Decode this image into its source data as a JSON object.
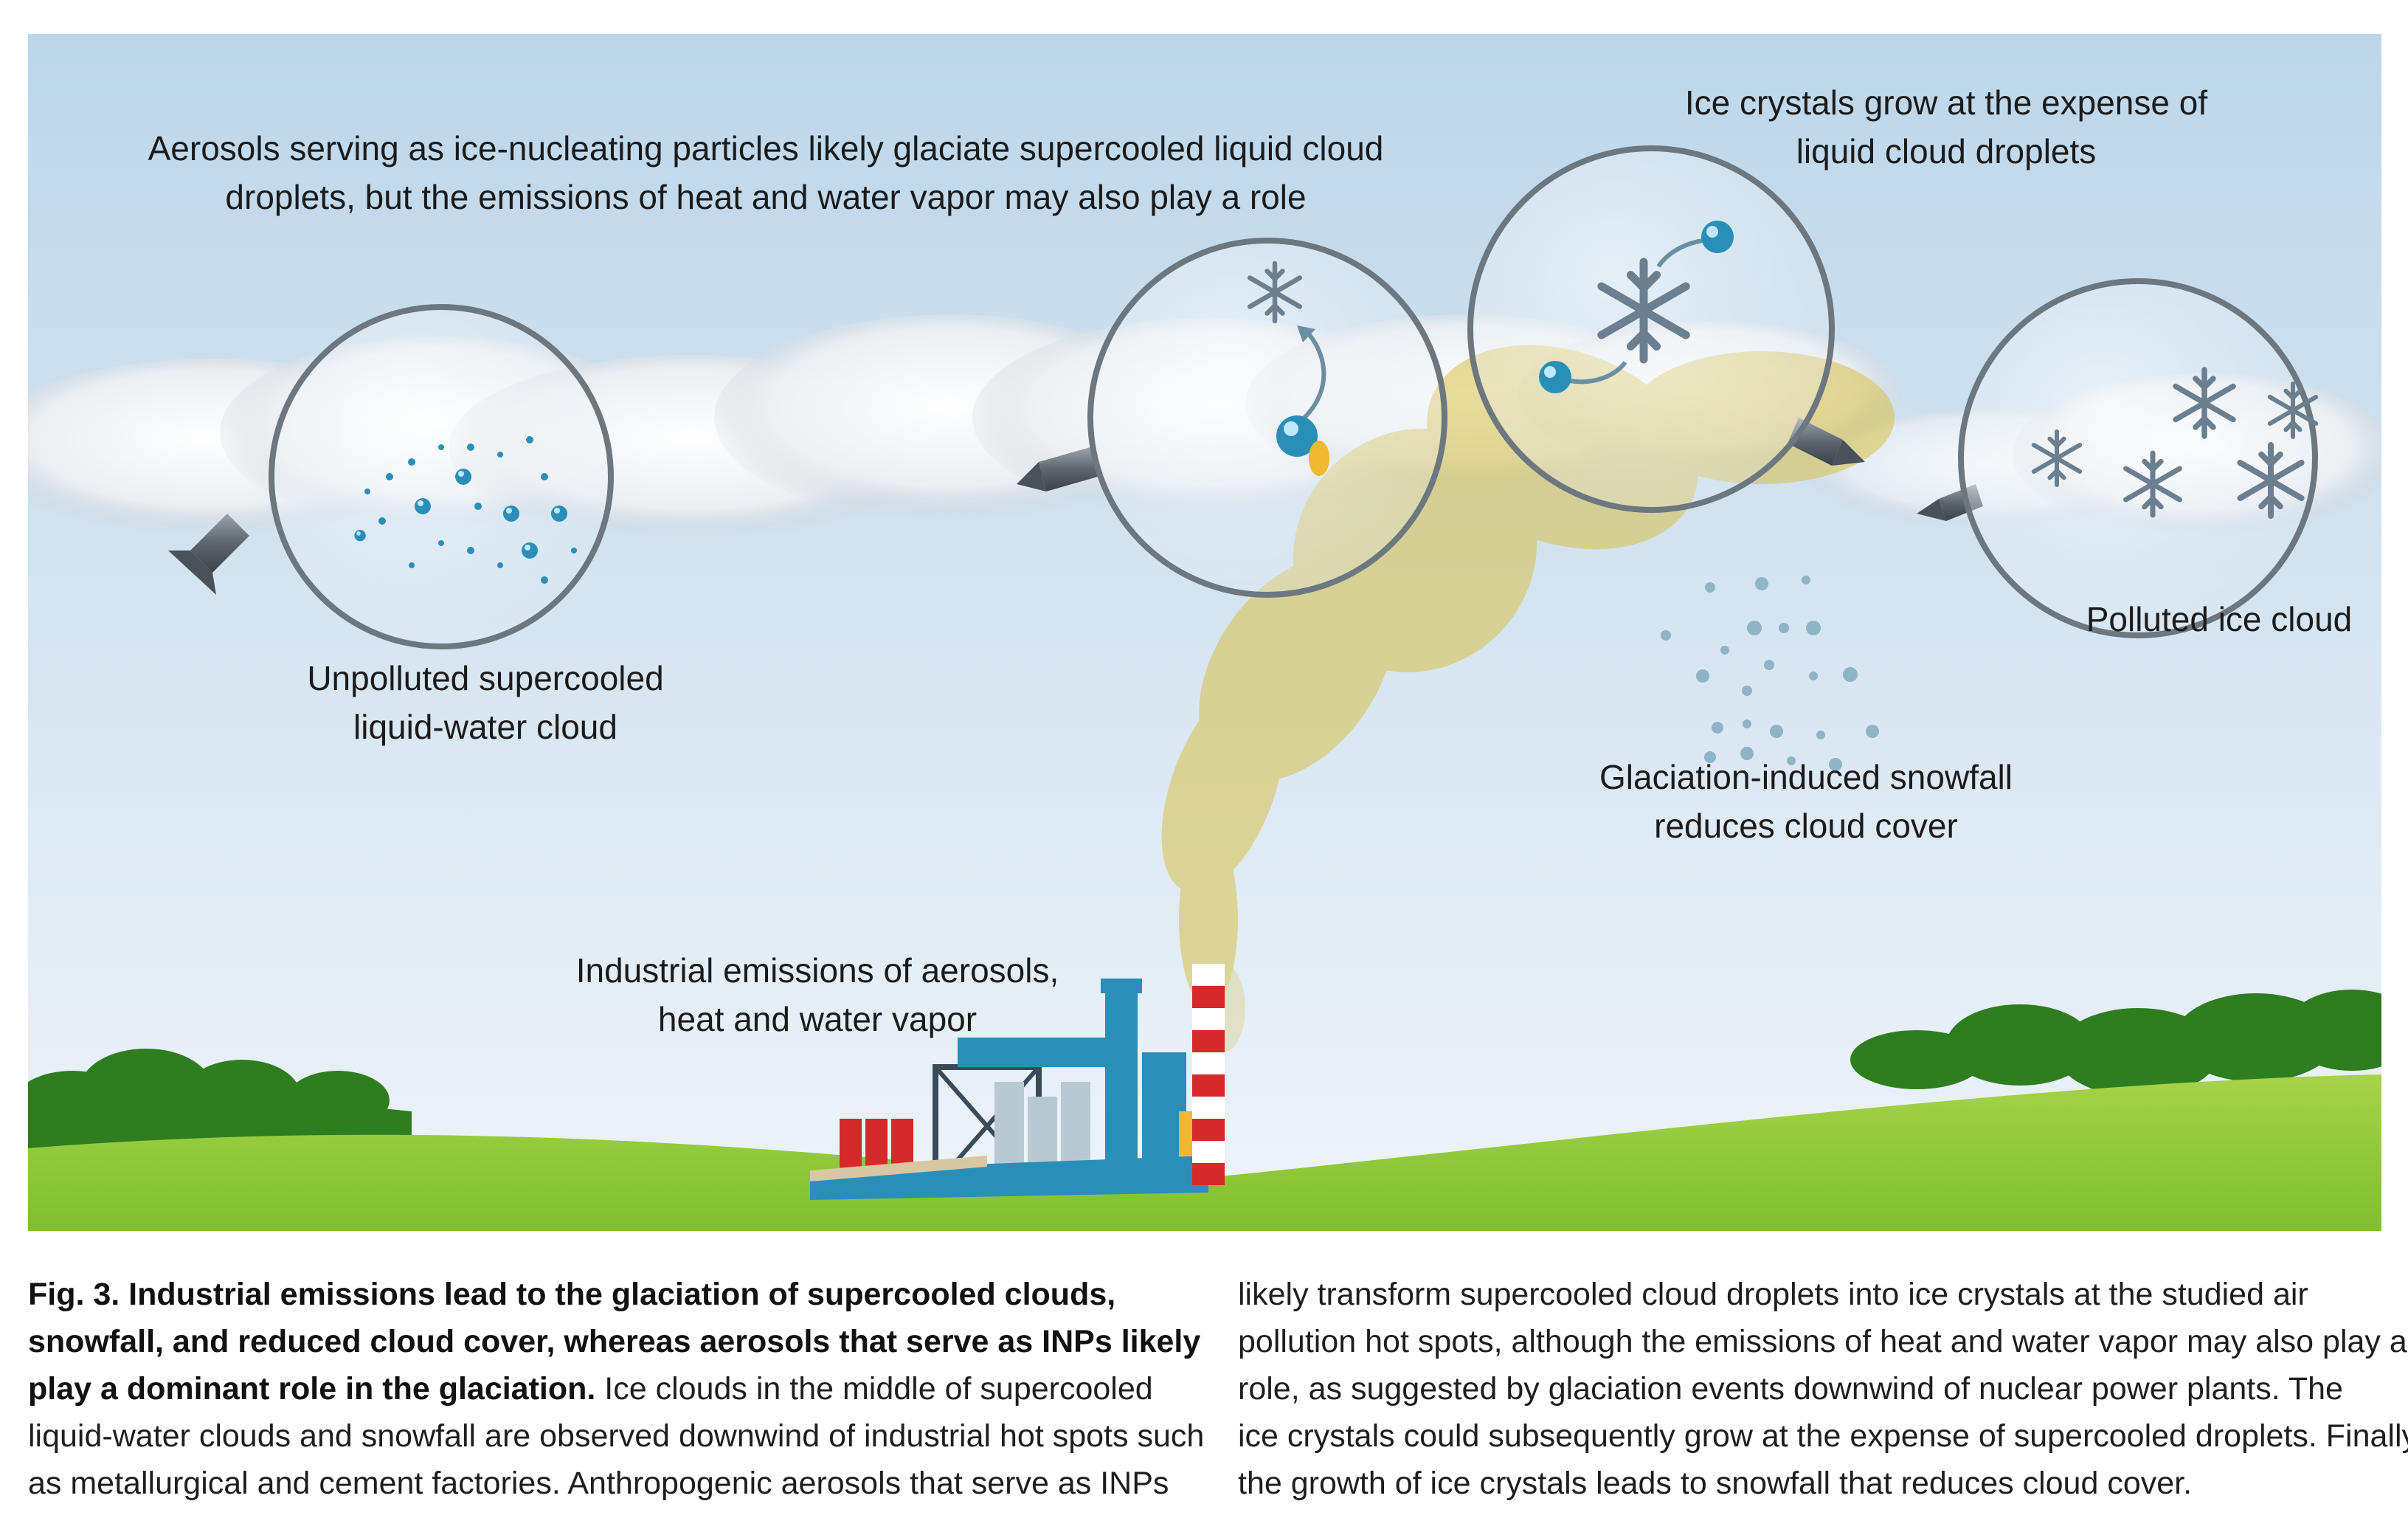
{
  "figure": {
    "labels": {
      "aerosols_line1": "Aerosols serving as ice-nucleating particles likely glaciate supercooled liquid cloud",
      "aerosols_line2": "droplets, but the emissions of heat and water vapor may also play a role",
      "ice_grow_line1": "Ice crystals grow at the expense of",
      "ice_grow_line2": "liquid cloud droplets",
      "unpolluted_line1": "Unpolluted supercooled",
      "unpolluted_line2": "liquid-water cloud",
      "polluted": "Polluted ice cloud",
      "snowfall_line1": "Glaciation-induced snowfall",
      "snowfall_line2": "reduces cloud cover",
      "industrial_line1": "Industrial emissions of aerosols,",
      "industrial_line2": "heat and water vapor"
    },
    "colors": {
      "sky_top": "#bcd6ea",
      "sky_bottom": "#eef4f9",
      "ground": "#8cc63f",
      "trees": "#2e7d1f",
      "droplet": "#2a8fb8",
      "snowflake": "#6b7f90",
      "aerosol": "#d8bf4a",
      "chimney_red": "#d42a2a"
    },
    "icons": [
      "magnifier-lens-icon",
      "droplet-icon",
      "snowflake-icon",
      "factory-icon",
      "chimney-icon",
      "tree-icon"
    ]
  },
  "caption": {
    "left_lines": [
      {
        "bold": "Fig. 3. Industrial emissions lead to the glaciation of supercooled clouds,",
        "text": ""
      },
      {
        "bold": "snowfall, and reduced cloud cover, whereas aerosols that serve as INPs likely",
        "text": ""
      },
      {
        "bold": "play a dominant role in the glaciation.",
        "text": " Ice clouds in the middle of supercooled"
      },
      {
        "bold": "",
        "text": "liquid-water clouds and snowfall are observed downwind of industrial hot spots such"
      },
      {
        "bold": "",
        "text": "as metallurgical and cement factories. Anthropogenic aerosols that serve as INPs"
      }
    ],
    "right_lines": [
      "likely transform supercooled cloud droplets into ice crystals at the studied air",
      "pollution hot spots, although the emissions of heat and water vapor may also play a",
      "role, as suggested by glaciation events downwind of nuclear power plants. The",
      "ice crystals could subsequently grow at the expense of supercooled droplets. Finally,",
      "the growth of ice crystals leads to snowfall that reduces cloud cover."
    ]
  }
}
